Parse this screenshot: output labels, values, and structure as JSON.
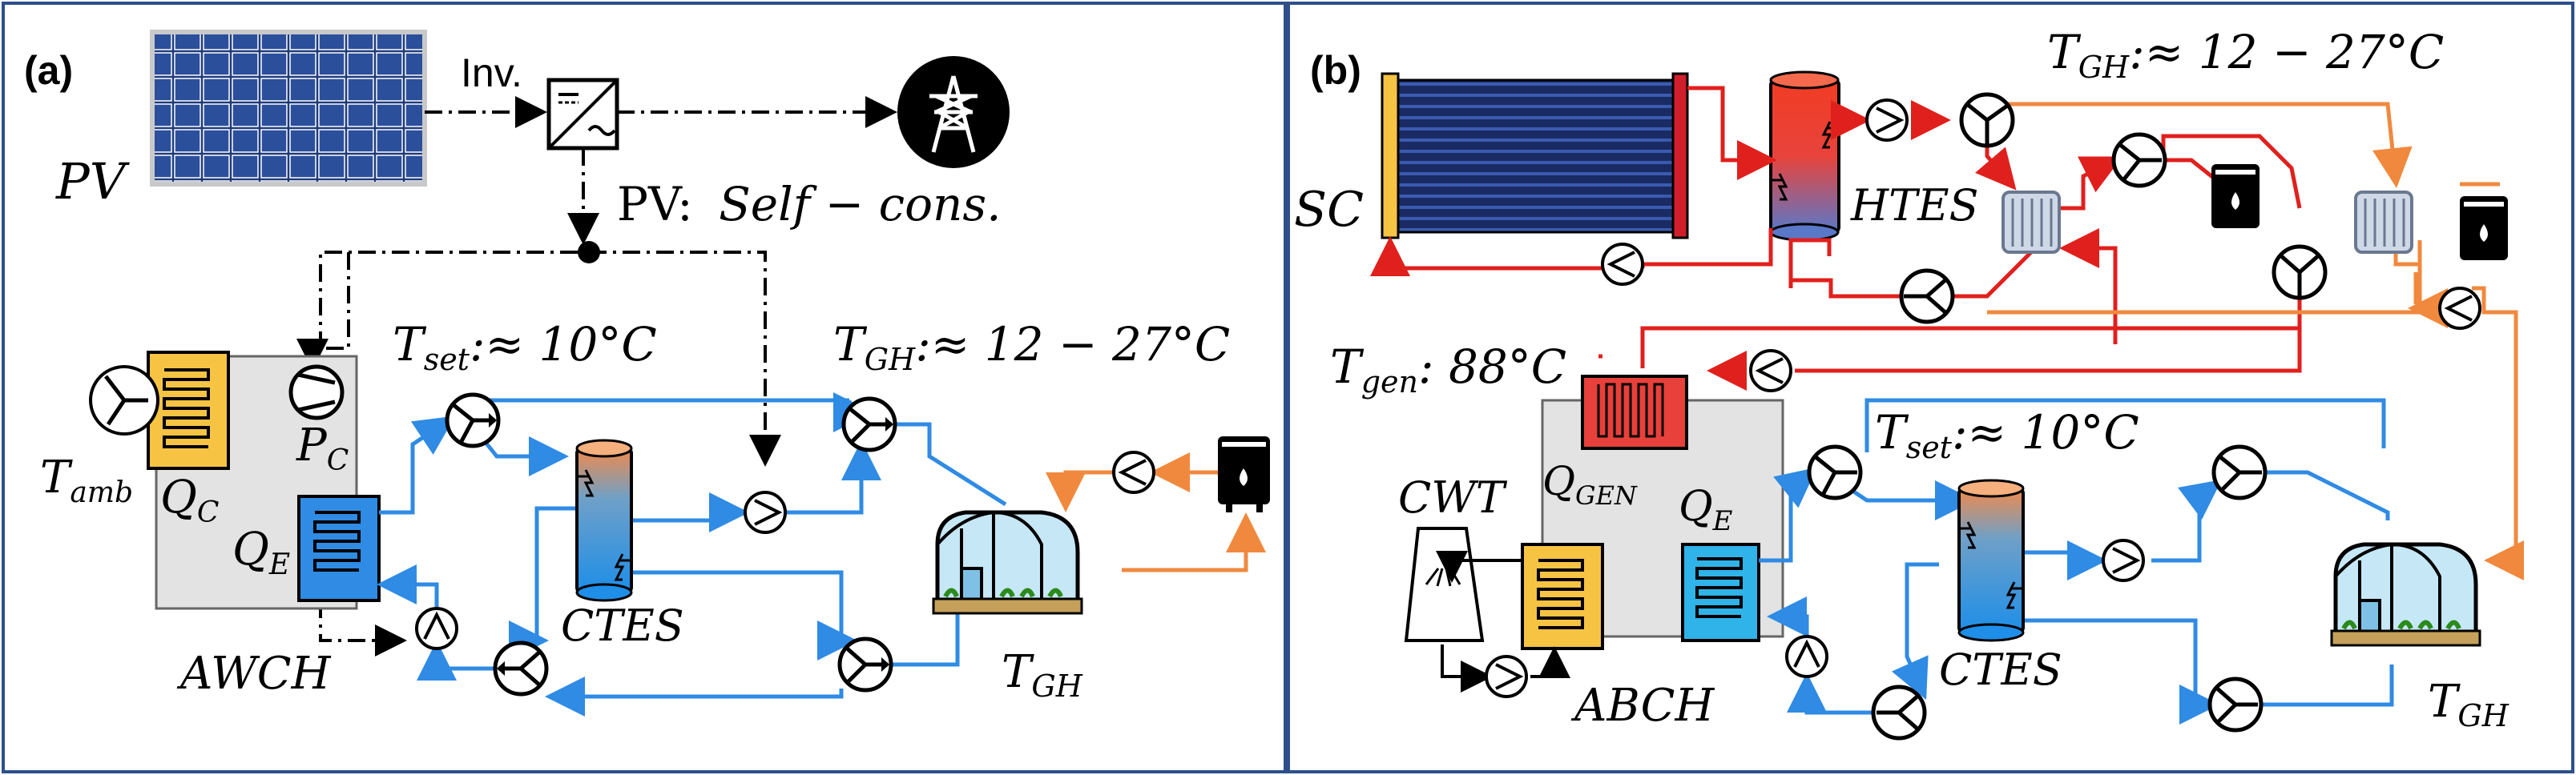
{
  "panel_a": {
    "tag": "(a)",
    "inverter": "Inv.",
    "pv_main": "PV",
    "pv_self_prefix": "PV:",
    "pv_self_cons": "Self − cons.",
    "t_set_sym": "T",
    "t_set_sub": "set",
    "t_set_val": ":≈ 10°C",
    "t_gh_sym": "T",
    "t_gh_sub": "GH",
    "t_gh_val": ":≈ 12 − 27°C",
    "t_amb_sym": "T",
    "t_amb_sub": "amb",
    "q_c_sym": "Q",
    "q_c_sub": "C",
    "p_c_sym": "P",
    "p_c_sub": "C",
    "q_e_sym": "Q",
    "q_e_sub": "E",
    "awch": "AWCH",
    "ctes": "CTES",
    "t_gh2_sym": "T",
    "t_gh2_sub": "GH"
  },
  "panel_b": {
    "tag": "(b)",
    "sc": "SC",
    "htes": "HTES",
    "t_gh_sym": "T",
    "t_gh_sub": "GH",
    "t_gh_val": ":≈ 12 − 27°C",
    "t_gen_sym": "T",
    "t_gen_sub": "gen",
    "t_gen_val": ": 88°C",
    "t_set_sym": "T",
    "t_set_sub": "set",
    "t_set_val": ":≈ 10°C",
    "cwt": "CWT",
    "q_gen_sym": "Q",
    "q_gen_sub": "GEN",
    "q_e_sym": "Q",
    "q_e_sub": "E",
    "abch": "ABCH",
    "ctes": "CTES",
    "t_gh2_sym": "T",
    "t_gh2_sub": "GH"
  },
  "colors": {
    "chilled_loop": "#2f8be3",
    "hot_loop": "#e0201d",
    "greenhouse_loop": "#f0893e",
    "heat_exchanger_yellow": "#f6c343",
    "heat_exchanger_blue": "#2f8be3",
    "generator_red": "#e8403a",
    "frame": "#2e4f8a"
  },
  "icons": [
    "pv-panel-icon",
    "inverter-icon",
    "grid-tower-icon",
    "fan-icon",
    "compressor-icon",
    "pump-icon",
    "three-way-valve-icon",
    "storage-tank-icon",
    "greenhouse-icon",
    "boiler-icon",
    "solar-collector-icon",
    "plate-heat-exchanger-icon",
    "cooling-tower-icon"
  ]
}
